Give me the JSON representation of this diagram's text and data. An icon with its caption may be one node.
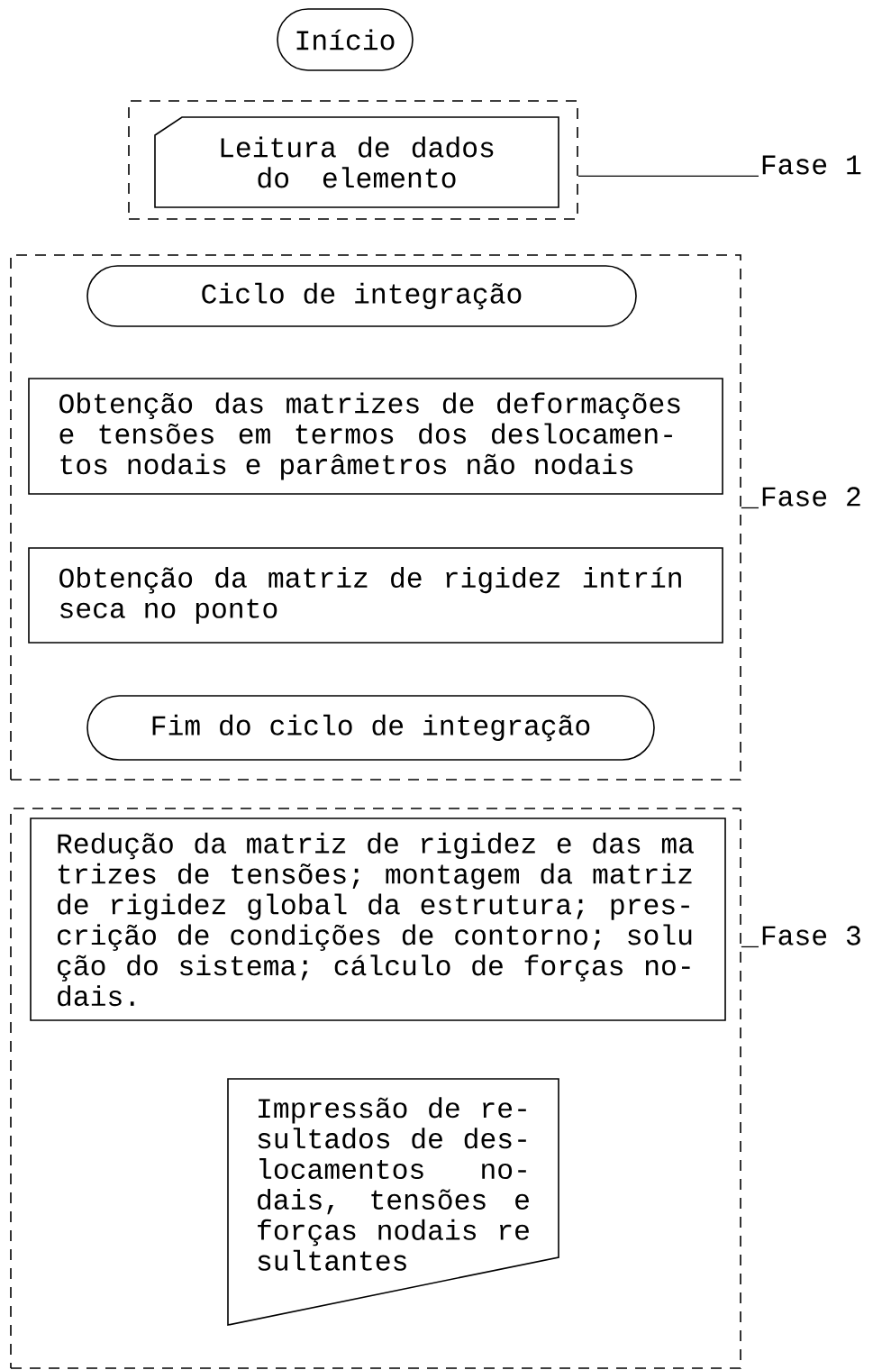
{
  "diagram": {
    "nodes": [
      {
        "text": [
          "Início"
        ]
      },
      {
        "text": [],
        "shape": "box"
      },
      {
        "text": [
          "Leitura de dados do elemento"
        ],
        "in": 1
      },
      {
        "text": [
          "Fase 1"
        ]
      },
      {
        "text": [],
        "shape": "box"
      },
      {
        "text": [
          "Ciclo de integração"
        ],
        "in": 4
      },
      {
        "text": [
          "Obtenção das matrizes de deformações e tensões em termos dos deslocamen- tos nodais e parâmetros não nodais"
        ],
        "in": 4
      },
      {
        "text": [
          "Obtenção da matriz de rigidez intrín seca no ponto"
        ],
        "in": 4
      },
      {
        "text": [
          "Fim do ciclo de integração"
        ],
        "in": 4
      },
      {
        "text": [
          "Fase 2"
        ]
      },
      {
        "text": [],
        "shape": "box"
      },
      {
        "text": [
          "Redução da matriz de rigidez e das ma trizes de tensões; montagem da matriz de rigidez global da estrutura; pres- crição de condições de contorno; solu ção do sistema; cálculo de forças no- dais."
        ],
        "in": 10
      },
      {
        "text": [
          "Impressão de re- sultados de des- locamentos no- dais, tensões e forças nodais re sultantes"
        ],
        "in": 10
      },
      {
        "text": [
          "Fase 3"
        ]
      }
    ],
    "edges": [
      {
        "from": 3,
        "to": 1,
        "arrow": "none"
      },
      {
        "from": 9,
        "to": 4,
        "arrow": "none"
      },
      {
        "from": 13,
        "to": 10,
        "arrow": "none"
      }
    ]
  }
}
